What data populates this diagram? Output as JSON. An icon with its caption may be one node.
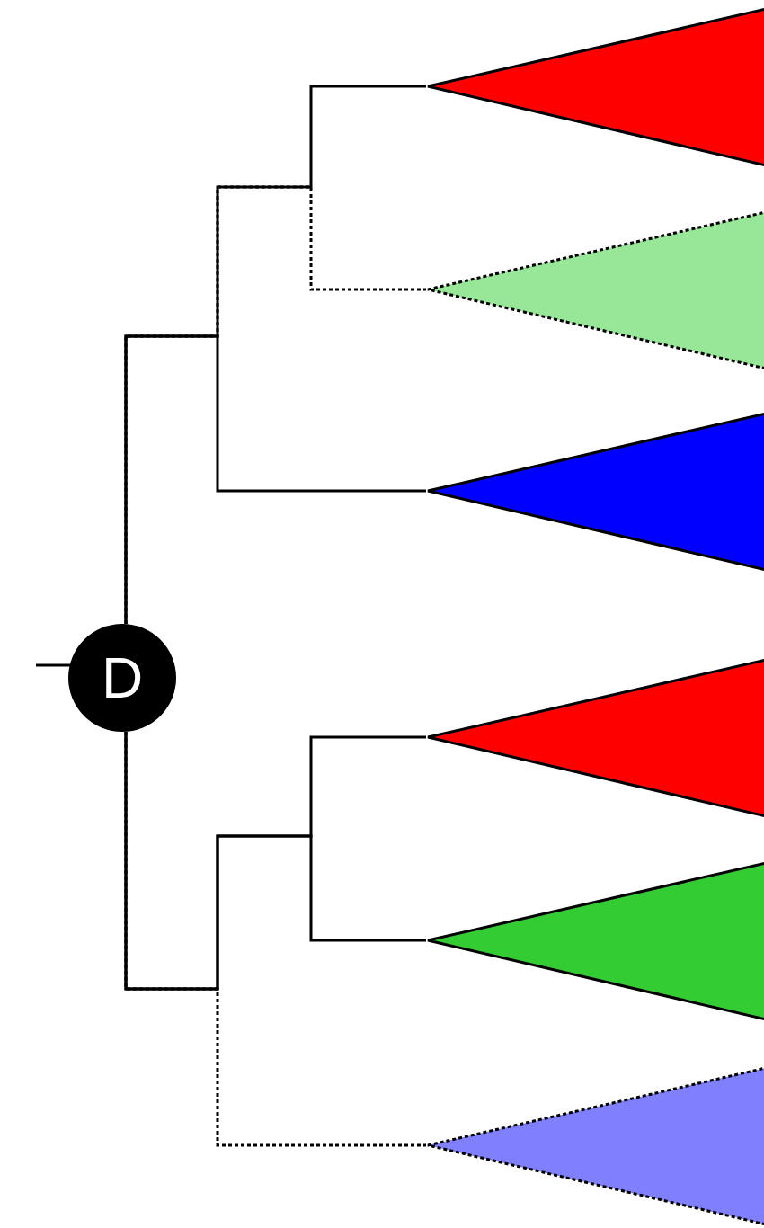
{
  "diagram": {
    "nodes": [
      {
        "text": [
          "D"
        ]
      },
      {
        "text": [],
        "shape": "triangle"
      },
      {
        "text": [],
        "shape": "triangle"
      },
      {
        "text": [],
        "shape": "triangle"
      },
      {
        "text": [],
        "shape": "triangle"
      },
      {
        "text": [],
        "shape": "triangle"
      },
      {
        "text": [],
        "shape": "triangle"
      }
    ],
    "edges": [
      {
        "from": null,
        "to": 0,
        "arrow": "none"
      },
      {
        "from": 0,
        "to": 1,
        "arrow": "none"
      },
      {
        "from": 0,
        "to": 2,
        "arrow": "none",
        "style": "dashed"
      },
      {
        "from": 0,
        "to": 3,
        "arrow": "none"
      },
      {
        "from": 0,
        "to": 4,
        "arrow": "none"
      },
      {
        "from": 0,
        "to": 5,
        "arrow": "none"
      },
      {
        "from": 0,
        "to": 6,
        "arrow": "none",
        "style": "dashed"
      }
    ]
  }
}
